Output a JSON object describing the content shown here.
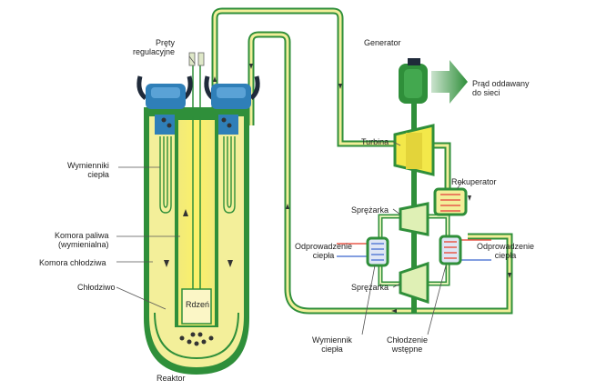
{
  "labels": {
    "control_rods": [
      "Pręty",
      "regulacyjne"
    ],
    "generator": "Generator",
    "grid_power": [
      "Prąd oddawany",
      "do sieci"
    ],
    "turbine": "Turbina",
    "recuperator": "Rekuperator",
    "compressor_top": "Sprężarka",
    "compressor_bottom": "Sprężarka",
    "heat_rejection_left": [
      "Odprowadzenie",
      "ciepła"
    ],
    "heat_rejection_right": [
      "Odprowadzenie",
      "ciepła"
    ],
    "heat_exchangers": [
      "Wymienniki",
      "ciepła"
    ],
    "fuel_chamber": [
      "Komora paliwa",
      "(wymienialna)"
    ],
    "coolant_chamber": "Komora chłodziwa",
    "coolant": "Chłodziwo",
    "core": "Rdzeń",
    "heat_exchanger": [
      "Wymiennik",
      "ciepła"
    ],
    "precooling": [
      "Chłodzenie",
      "wstępne"
    ],
    "reactor": "Reaktor"
  },
  "colors": {
    "outer_green": "#2f8f3a",
    "reactor_yellow": "#f3ef9a",
    "core_yellow": "#f7e64a",
    "head_blue": "#2f7fb8",
    "coolant_red": "#e8584a",
    "coolant_blue": "#5a7fd6",
    "line": "#555555"
  }
}
